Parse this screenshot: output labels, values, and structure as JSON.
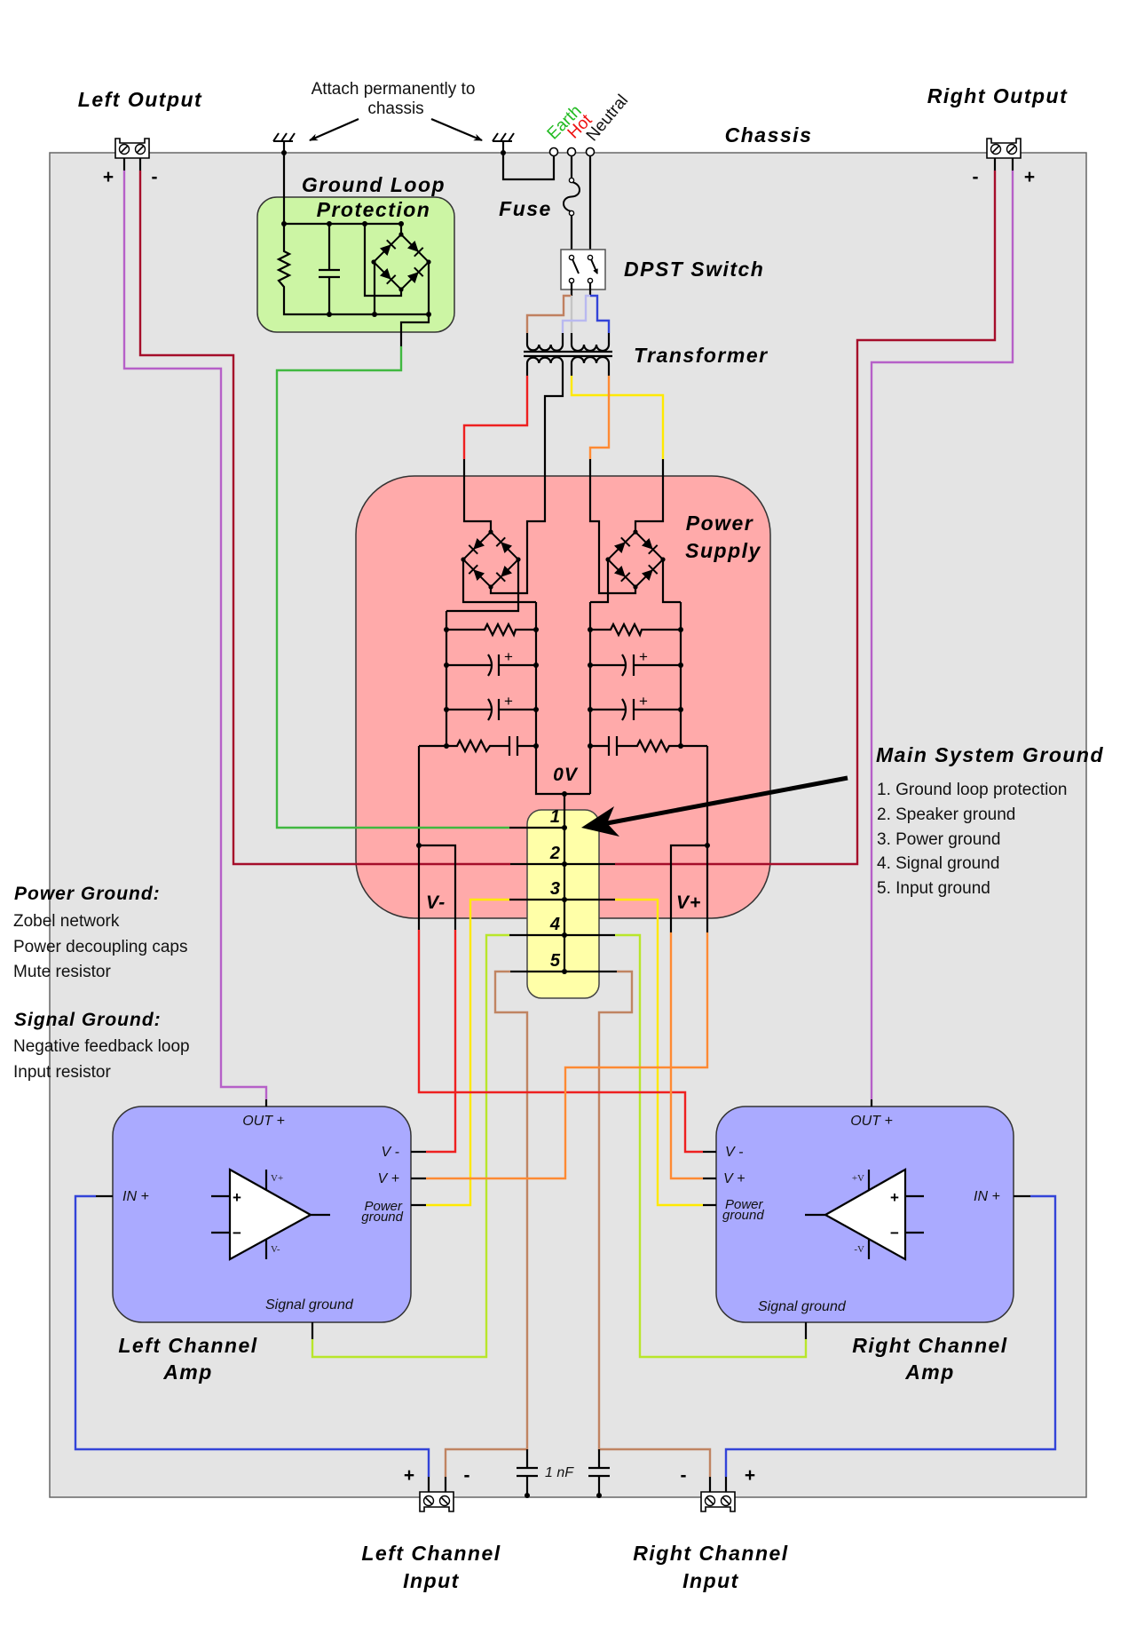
{
  "outputs": {
    "left": {
      "label": "Left Output",
      "plus": "+",
      "minus": "-"
    },
    "right": {
      "label": "Right Output",
      "plus": "+",
      "minus": "-"
    }
  },
  "chassis": {
    "label": "Chassis",
    "attach_note": {
      "line1": "Attach permanently to",
      "line2": "chassis"
    }
  },
  "mains": {
    "earth": "Earth",
    "hot": "Hot",
    "neutral": "Neutral",
    "fuse": "Fuse",
    "switch": "DPST Switch",
    "transformer": "Transformer"
  },
  "ground_loop_protection": {
    "line1": "Ground Loop",
    "line2": "Protection"
  },
  "power_supply": {
    "line1": "Power",
    "line2": "Supply",
    "zero_volt": "0V",
    "v_minus": "V-",
    "v_plus": "V+",
    "cap_plus": "+"
  },
  "ground_block": {
    "pins": [
      "1",
      "2",
      "3",
      "4",
      "5"
    ]
  },
  "main_system_ground": {
    "title": "Main System Ground",
    "items": [
      "1. Ground loop protection",
      "2. Speaker ground",
      "3. Power ground",
      "4. Signal ground",
      "5. Input ground"
    ]
  },
  "notes": {
    "power_ground": {
      "title": "Power Ground:",
      "items": [
        "Zobel network",
        "Power decoupling caps",
        "Mute resistor"
      ]
    },
    "signal_ground": {
      "title": "Signal Ground:",
      "items": [
        "Negative feedback loop",
        "Input resistor"
      ]
    }
  },
  "amps": {
    "left": {
      "name_line1": "Left Channel",
      "name_line2": "Amp",
      "out": "OUT +",
      "v_minus": "V -",
      "v_plus": "V +",
      "power_ground_1": "Power",
      "power_ground_2": "ground",
      "in": "IN +",
      "signal_ground": "Signal ground",
      "opamp_supply_pos": "V+",
      "opamp_supply_neg": "V-",
      "opamp_in_pos": "+",
      "opamp_in_neg": "−"
    },
    "right": {
      "name_line1": "Right Channel",
      "name_line2": "Amp",
      "out": "OUT +",
      "v_minus": "V -",
      "v_plus": "V +",
      "power_ground_1": "Power",
      "power_ground_2": "ground",
      "in": "IN +",
      "signal_ground": "Signal ground",
      "opamp_supply_pos": "+V",
      "opamp_supply_neg": "-V",
      "opamp_in_pos": "+",
      "opamp_in_neg": "−"
    }
  },
  "inputs": {
    "left": {
      "line1": "Left Channel",
      "line2": "Input",
      "plus": "+",
      "minus": "-"
    },
    "right": {
      "line1": "Right Channel",
      "line2": "Input",
      "plus": "+",
      "minus": "-"
    },
    "filter_cap": "1 nF"
  },
  "colors": {
    "chassis": "#e4e4e4",
    "ground_loop_box": "#ccf5a4",
    "power_supply_box": "#ffaaaa",
    "ground_block": "#ffffa8",
    "amp_box": "#aaaaff",
    "speaker_positive": "#b660c8",
    "speaker_negative": "#a50d2a",
    "ground_loop_wire": "#40b840",
    "v_minus": "#ee2020",
    "v_plus": "#ff8a33",
    "power_ground": "#ffe900",
    "signal_ground": "#b8e62a",
    "input_ground": "#c08462",
    "input_signal": "#3344d8",
    "primary_brown": "#c08060",
    "primary_gray": "#c4c4c4",
    "primary_lavender": "#b9b9f0",
    "primary_blue": "#3344d8",
    "earth_text": "#22bb22",
    "hot_text": "#ee1111",
    "neutral_text": "#111111"
  }
}
